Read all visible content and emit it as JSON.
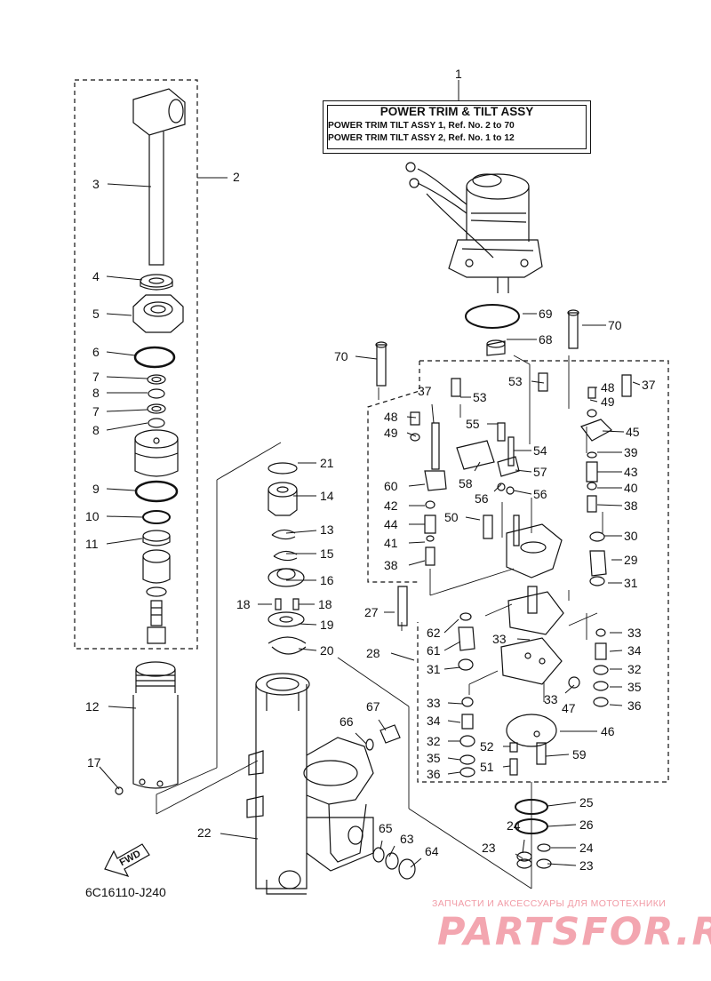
{
  "title": {
    "main": "POWER TRIM & TILT ASSY",
    "line1": "POWER TRIM TILT ASSY 1,  Ref. No.  2  to  70",
    "line2": "POWER TRIM TILT ASSY 2,  Ref. No.  1  to  12"
  },
  "diagram_code": "6C16110-J240",
  "direction_label": "FWD",
  "watermark": {
    "line1": "ЗАПЧАСТИ И АКСЕССУАРЫ ДЛЯ МОТОТЕХНИКИ",
    "line2": "PARTSFOR.RU"
  },
  "callouts": [
    {
      "id": "c1",
      "text": "1"
    },
    {
      "id": "c2",
      "text": "2"
    },
    {
      "id": "c3",
      "text": "3"
    },
    {
      "id": "c4",
      "text": "4"
    },
    {
      "id": "c5",
      "text": "5"
    },
    {
      "id": "c6",
      "text": "6"
    },
    {
      "id": "c7a",
      "text": "7"
    },
    {
      "id": "c8a",
      "text": "8"
    },
    {
      "id": "c7b",
      "text": "7"
    },
    {
      "id": "c8b",
      "text": "8"
    },
    {
      "id": "c9",
      "text": "9"
    },
    {
      "id": "c10",
      "text": "10"
    },
    {
      "id": "c11",
      "text": "11"
    },
    {
      "id": "c12",
      "text": "12"
    },
    {
      "id": "c17",
      "text": "17"
    },
    {
      "id": "c21",
      "text": "21"
    },
    {
      "id": "c14",
      "text": "14"
    },
    {
      "id": "c13",
      "text": "13"
    },
    {
      "id": "c15",
      "text": "15"
    },
    {
      "id": "c16",
      "text": "16"
    },
    {
      "id": "c18a",
      "text": "18"
    },
    {
      "id": "c18b",
      "text": "18"
    },
    {
      "id": "c19",
      "text": "19"
    },
    {
      "id": "c20",
      "text": "20"
    },
    {
      "id": "c22",
      "text": "22"
    },
    {
      "id": "c66",
      "text": "66"
    },
    {
      "id": "c67",
      "text": "67"
    },
    {
      "id": "c65",
      "text": "65"
    },
    {
      "id": "c63",
      "text": "63"
    },
    {
      "id": "c64",
      "text": "64"
    },
    {
      "id": "c69",
      "text": "69"
    },
    {
      "id": "c68",
      "text": "68"
    },
    {
      "id": "c70a",
      "text": "70"
    },
    {
      "id": "c70b",
      "text": "70"
    },
    {
      "id": "c37a",
      "text": "37"
    },
    {
      "id": "c53a",
      "text": "53"
    },
    {
      "id": "c48a",
      "text": "48"
    },
    {
      "id": "c49a",
      "text": "49"
    },
    {
      "id": "c60",
      "text": "60"
    },
    {
      "id": "c55",
      "text": "55"
    },
    {
      "id": "c54",
      "text": "54"
    },
    {
      "id": "c57",
      "text": "57"
    },
    {
      "id": "c58",
      "text": "58"
    },
    {
      "id": "c56a",
      "text": "56"
    },
    {
      "id": "c56b",
      "text": "56"
    },
    {
      "id": "c53b",
      "text": "53"
    },
    {
      "id": "c48b",
      "text": "48"
    },
    {
      "id": "c37b",
      "text": "37"
    },
    {
      "id": "c49b",
      "text": "49"
    },
    {
      "id": "c45",
      "text": "45"
    },
    {
      "id": "c39",
      "text": "39"
    },
    {
      "id": "c43",
      "text": "43"
    },
    {
      "id": "c40",
      "text": "40"
    },
    {
      "id": "c38a",
      "text": "38"
    },
    {
      "id": "c42",
      "text": "42"
    },
    {
      "id": "c44",
      "text": "44"
    },
    {
      "id": "c41",
      "text": "41"
    },
    {
      "id": "c38b",
      "text": "38"
    },
    {
      "id": "c50",
      "text": "50"
    },
    {
      "id": "c30",
      "text": "30"
    },
    {
      "id": "c29",
      "text": "29"
    },
    {
      "id": "c31a",
      "text": "31"
    },
    {
      "id": "c27",
      "text": "27"
    },
    {
      "id": "c62",
      "text": "62"
    },
    {
      "id": "c61",
      "text": "61"
    },
    {
      "id": "c28",
      "text": "28"
    },
    {
      "id": "c31b",
      "text": "31"
    },
    {
      "id": "c33a",
      "text": "33"
    },
    {
      "id": "c33b",
      "text": "33"
    },
    {
      "id": "c34a",
      "text": "34"
    },
    {
      "id": "c32a",
      "text": "32"
    },
    {
      "id": "c35a",
      "text": "35"
    },
    {
      "id": "c36a",
      "text": "36"
    },
    {
      "id": "c33c",
      "text": "33"
    },
    {
      "id": "c47",
      "text": "47"
    },
    {
      "id": "c33d",
      "text": "33"
    },
    {
      "id": "c34b",
      "text": "34"
    },
    {
      "id": "c32b",
      "text": "32"
    },
    {
      "id": "c35b",
      "text": "35"
    },
    {
      "id": "c36b",
      "text": "36"
    },
    {
      "id": "c46",
      "text": "46"
    },
    {
      "id": "c52",
      "text": "52"
    },
    {
      "id": "c59",
      "text": "59"
    },
    {
      "id": "c51",
      "text": "51"
    },
    {
      "id": "c25",
      "text": "25"
    },
    {
      "id": "c26",
      "text": "26"
    },
    {
      "id": "c24a",
      "text": "24"
    },
    {
      "id": "c24b",
      "text": "24"
    },
    {
      "id": "c23a",
      "text": "23"
    },
    {
      "id": "c23b",
      "text": "23"
    }
  ]
}
